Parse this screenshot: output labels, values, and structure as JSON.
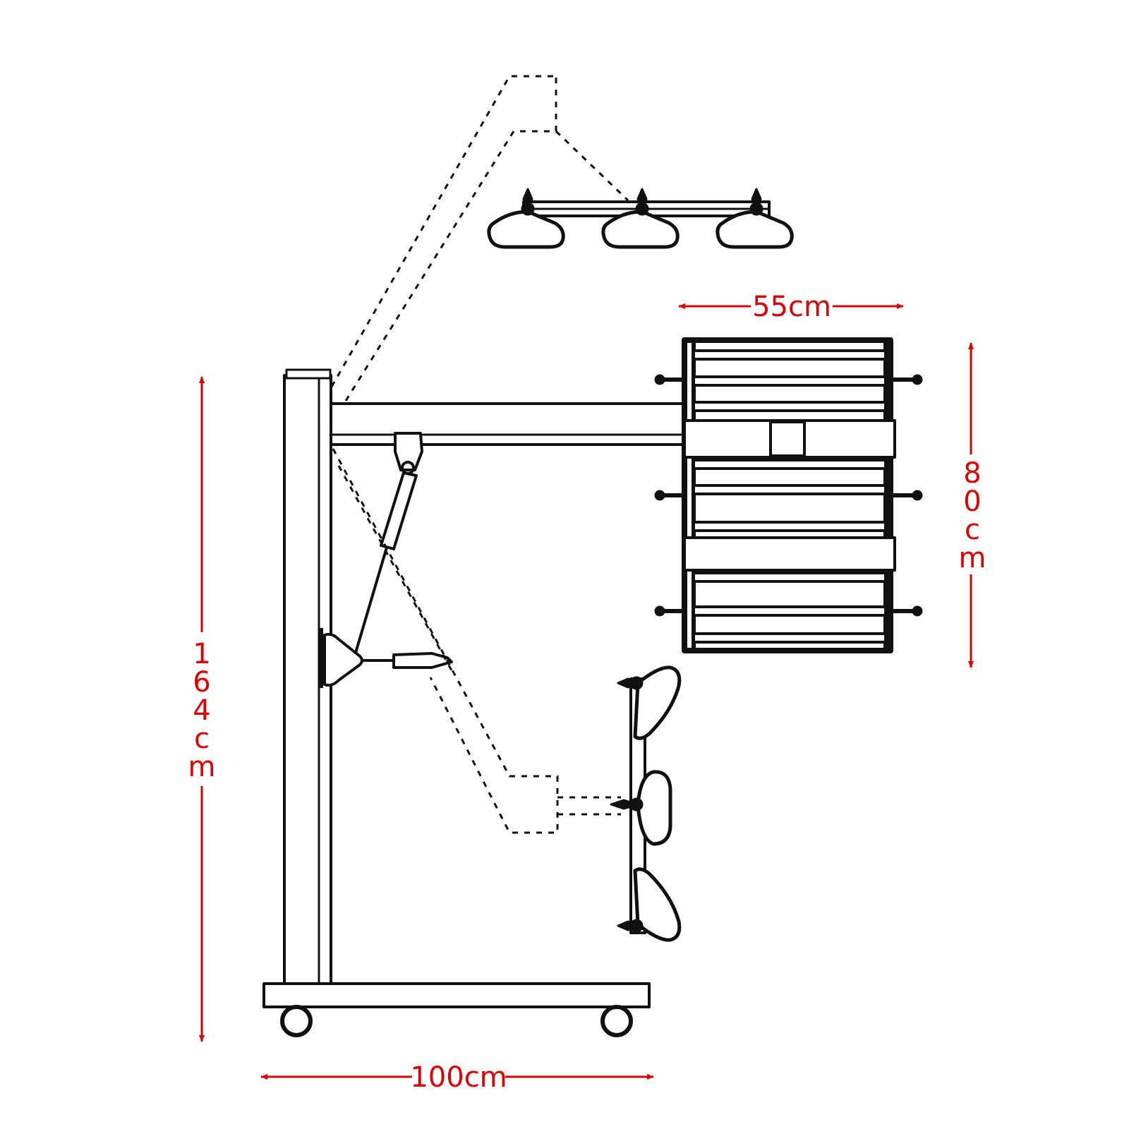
{
  "colors": {
    "line": "#111111",
    "dimension": "#e00000",
    "background": "#ffffff"
  },
  "dimensions": {
    "top_width": "55cm",
    "right_height": [
      "8",
      "0",
      "c",
      "m"
    ],
    "left_height": [
      "1",
      "6",
      "4",
      "c",
      "m"
    ],
    "bottom_width": "100cm"
  }
}
